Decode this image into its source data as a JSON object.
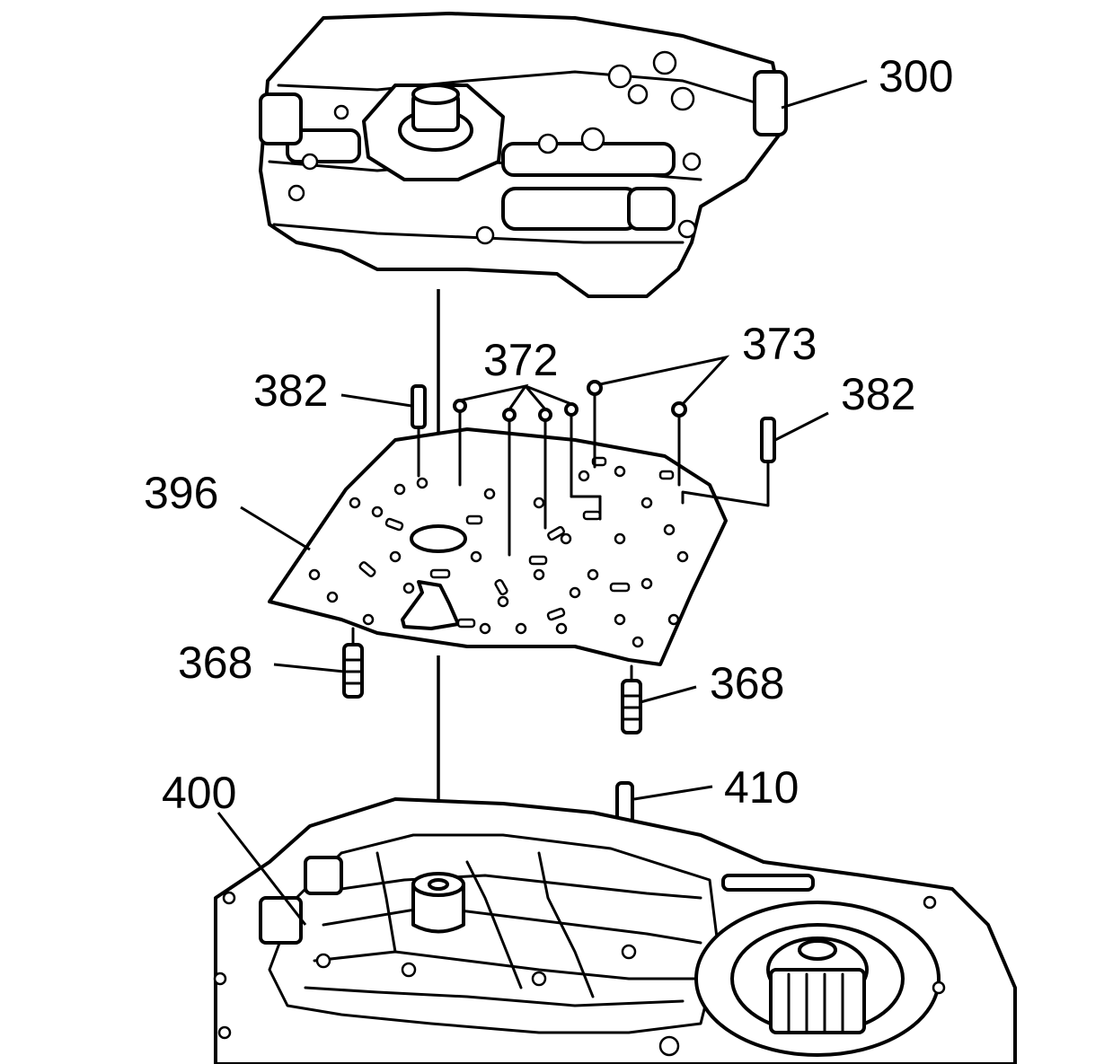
{
  "figure": {
    "callouts": {
      "valve_body": "300",
      "filter_plate_left": "372",
      "filter_plate_right": "373",
      "bolt_left_top": "382",
      "bolt_right_top": "382",
      "spacer_plate": "396",
      "bolt_left_bottom": "368",
      "bolt_right_bottom": "368",
      "case": "400",
      "pin": "410"
    }
  }
}
